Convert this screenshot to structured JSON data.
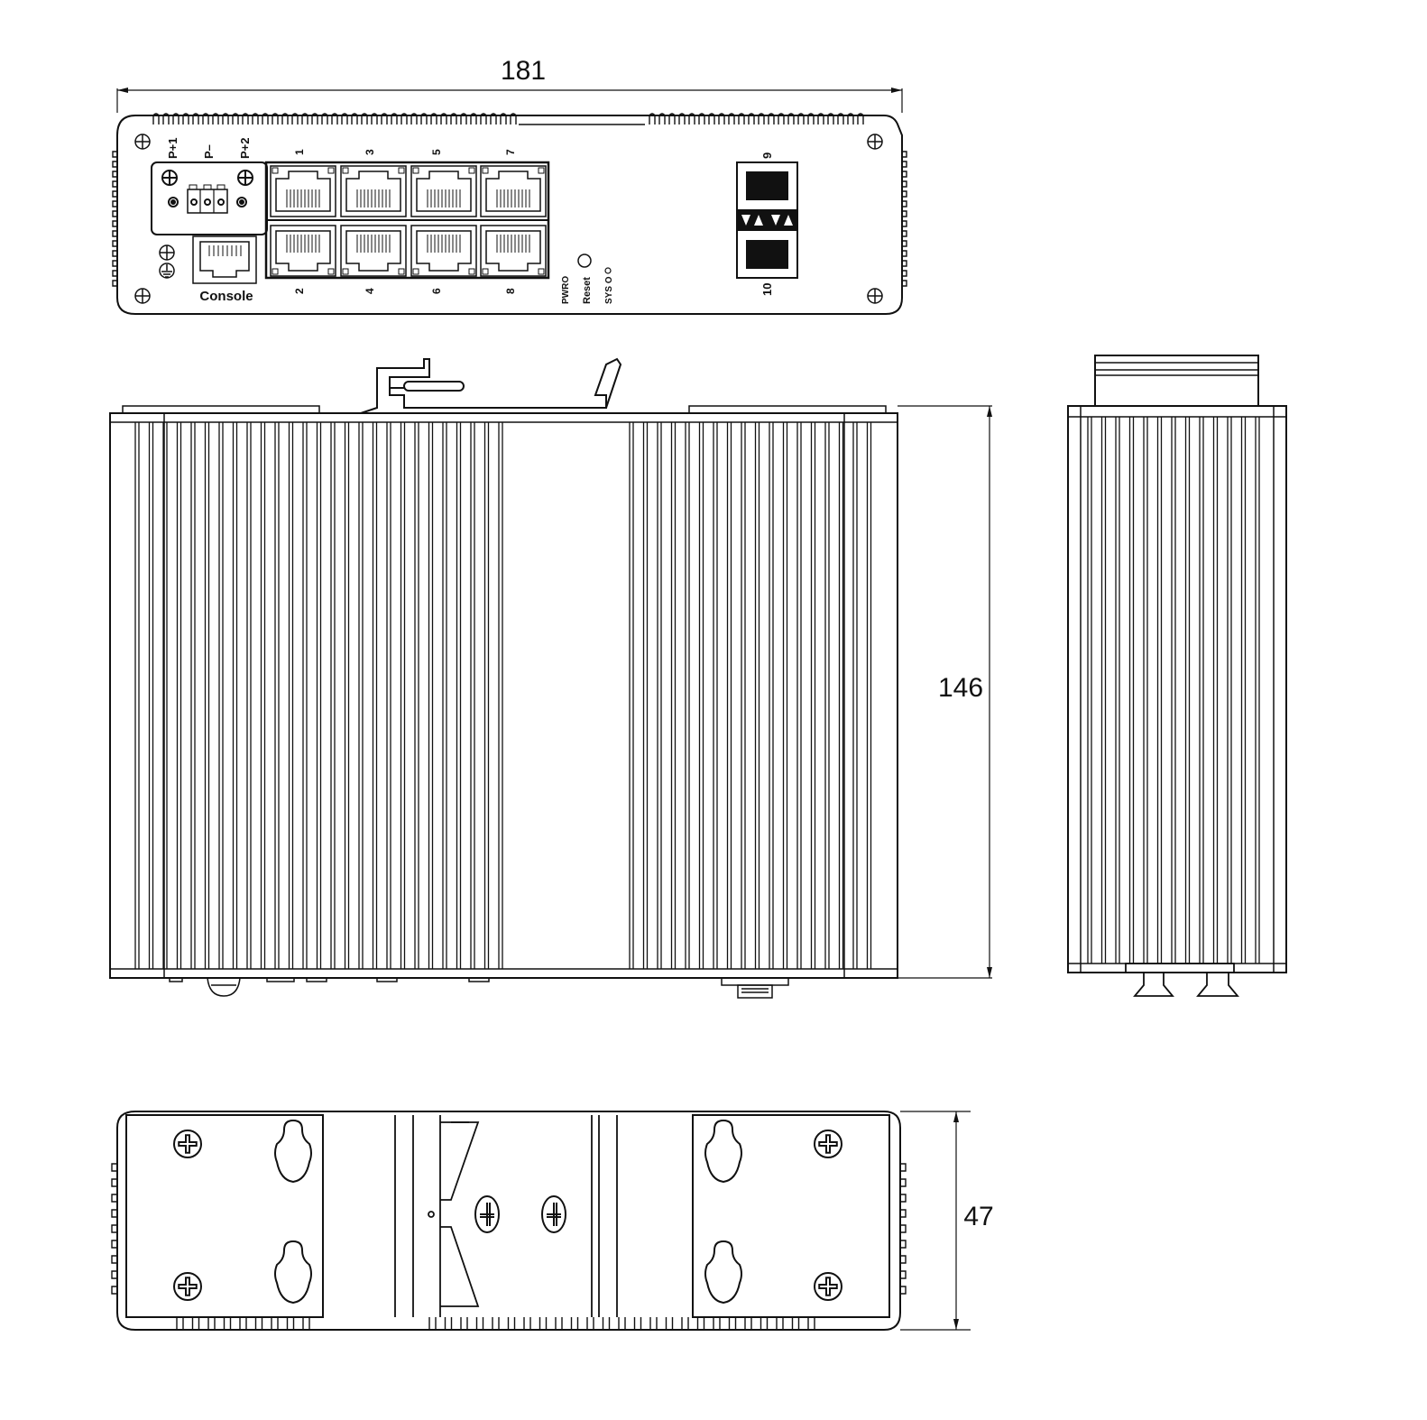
{
  "dimensions": {
    "width": "181",
    "height": "146",
    "depth": "47"
  },
  "front_panel": {
    "power_labels": [
      "P+1",
      "P–",
      "P+2"
    ],
    "console_label": "Console",
    "rj45_ports_top": [
      "1",
      "3",
      "5",
      "7"
    ],
    "rj45_ports_bottom": [
      "2",
      "4",
      "6",
      "8"
    ],
    "sfp_ports": [
      "9",
      "10"
    ],
    "indicators": {
      "pwr": "PWRO",
      "reset": "Reset",
      "sys": "SYS O"
    }
  },
  "colors": {
    "line": "#111111",
    "background": "#ffffff"
  }
}
